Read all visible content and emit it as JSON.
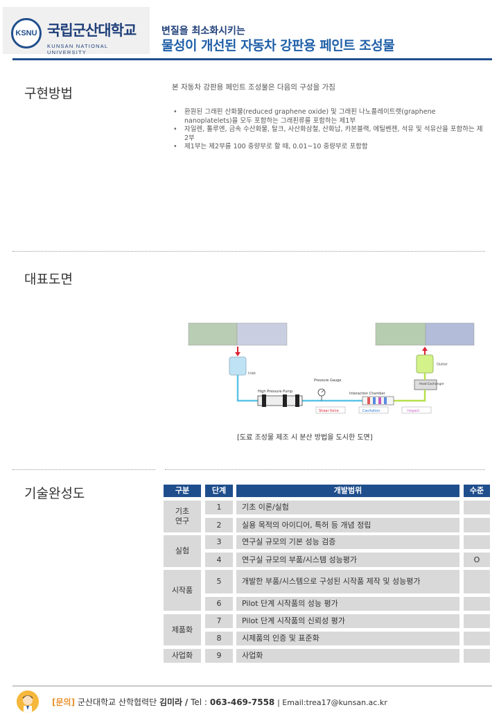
{
  "header": {
    "logo_badge": "KSNU",
    "logo_name": "국립군산대학교",
    "logo_english": "KUNSAN NATIONAL UNIVERSITY",
    "title_sub": "변질을 최소화시키는",
    "title_main": "물성이 개선된 자동차 강판용 페인트 조성물"
  },
  "method": {
    "label": "구현방법",
    "intro": "본 자동차 강판용 페인트 조성물은 다음의 구성을 가짐",
    "items": [
      "환원된 그래핀 산화물(reduced graphene oxide) 및 그래핀 나노플레이트렛(graphene nanoplatelets)을 모두 포함하는 그래핀류를 포함하는 제1부",
      "자일렌, 톨루엔, 금속 수산화물, 탈크, 사산화삼철, 산화납, 카본블랙, 에틸벤젠, 석유 및 석유산을 포함하는 제2부",
      "제1부는 제2부를 100 중량부로 할 때, 0.01~10 중량부로 포함함"
    ]
  },
  "drawing": {
    "label": "대표도면",
    "caption": "[도료 조성물 제조 시 분산 방법을 도시한 도면]",
    "figure_labels": {
      "inlet": "Inlet",
      "outlet": "Outlet",
      "pump": "High Pressure Pump",
      "gauge": "Pressure Gauge",
      "chamber": "Interaction Chamber",
      "exchanger": "Heat Exchanger",
      "shear": "Shear force",
      "cavitation": "Cavitation",
      "impact": "Impact"
    }
  },
  "maturity": {
    "label": "기술완성도",
    "headers": {
      "category": "구분",
      "level": "단계",
      "scope": "개발범위",
      "status": "수준"
    },
    "groups": [
      {
        "name": "기초\n연구"
      },
      {
        "name": "실험"
      },
      {
        "name": "시작품"
      },
      {
        "name": "제품화"
      },
      {
        "name": "사업화"
      }
    ],
    "rows": [
      {
        "level": "1",
        "desc": "기초 이론/실험",
        "mark": ""
      },
      {
        "level": "2",
        "desc": "실용 목적의 아이디어, 특허 등 개념 정립",
        "mark": ""
      },
      {
        "level": "3",
        "desc": "연구실 규모의 기본 성능 검증",
        "mark": ""
      },
      {
        "level": "4",
        "desc": "연구실 규모의 부품/시스템 성능평가",
        "mark": "O"
      },
      {
        "level": "5",
        "desc": "개발한 부품/시스템으로 구성된 시작품 제작 및 성능평가",
        "mark": ""
      },
      {
        "level": "6",
        "desc": "Pilot 단계 시작품의 성능 평가",
        "mark": ""
      },
      {
        "level": "7",
        "desc": "Pilot 단계 시작품의 신뢰성 평가",
        "mark": ""
      },
      {
        "level": "8",
        "desc": "시제품의 인증 및 표준화",
        "mark": ""
      },
      {
        "level": "9",
        "desc": "사업화",
        "mark": ""
      }
    ]
  },
  "footer": {
    "tag": "[문의]",
    "org": "군산대학교 산학협력단",
    "name": "김미라",
    "slash": "/",
    "tel_label": "Tel :",
    "tel": "063-469-7558",
    "email": "| Email:trea17@kunsan.ac.kr"
  },
  "colors": {
    "primary": "#1f4e8c",
    "accent_orange": "#e8912c",
    "cell_gray": "#d9d9d9"
  }
}
